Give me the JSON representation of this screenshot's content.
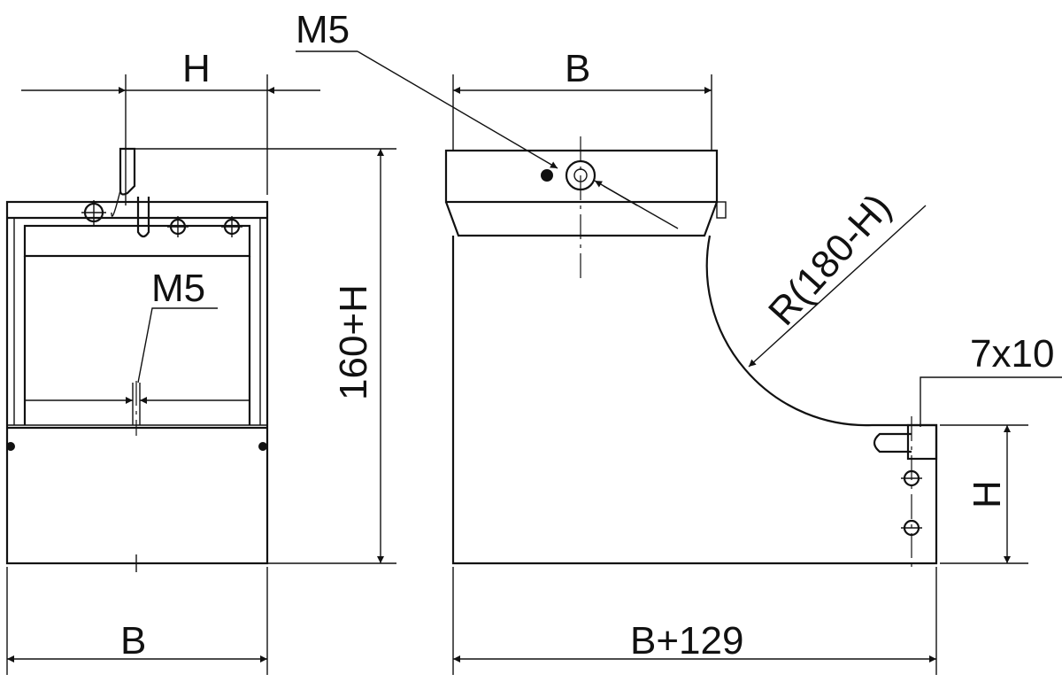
{
  "labels": {
    "front_width": "H",
    "side_width": "B",
    "top_thread": "M5",
    "inner_thread": "M5",
    "height": "160+H",
    "radius": "R(180-H)",
    "slot": "7x10",
    "side_height": "H",
    "bottom_width": "B",
    "overall_width": "B+129"
  }
}
